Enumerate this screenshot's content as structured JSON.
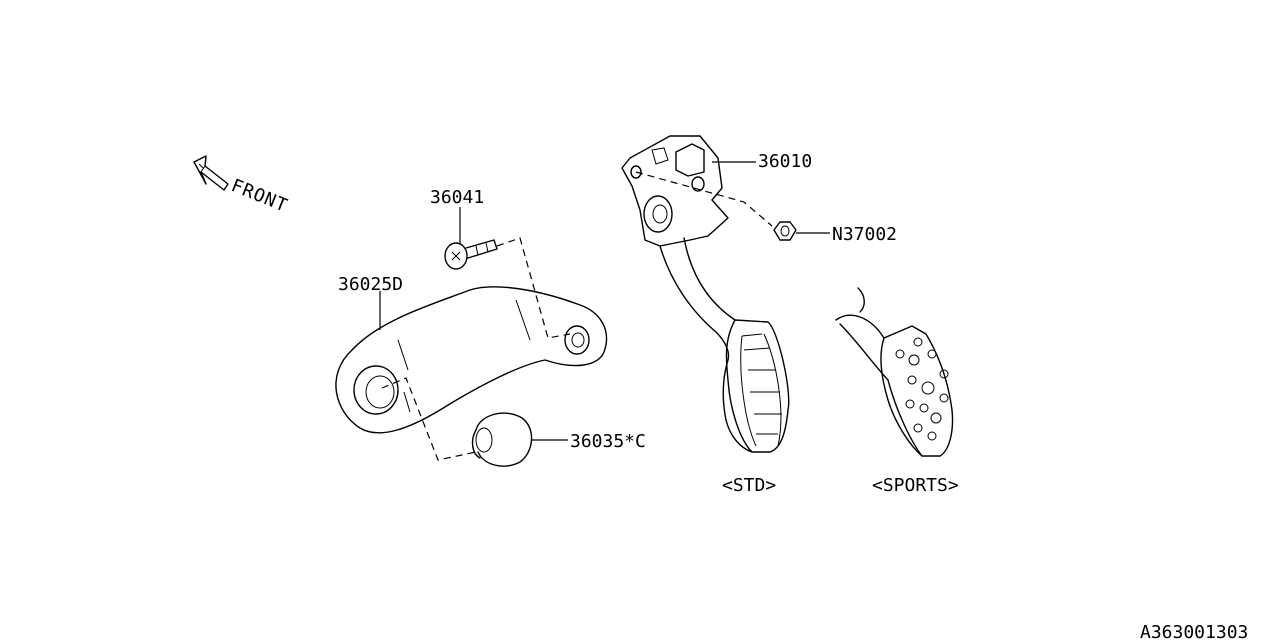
{
  "diagram": {
    "front_label": "FRONT",
    "parts": [
      {
        "number": "36041"
      },
      {
        "number": "36025D"
      },
      {
        "number": "36035*C"
      },
      {
        "number": "36010"
      },
      {
        "number": "N37002"
      }
    ],
    "variants": {
      "std": "<STD>",
      "sports": "<SPORTS>"
    },
    "diagram_code": "A363001303"
  }
}
